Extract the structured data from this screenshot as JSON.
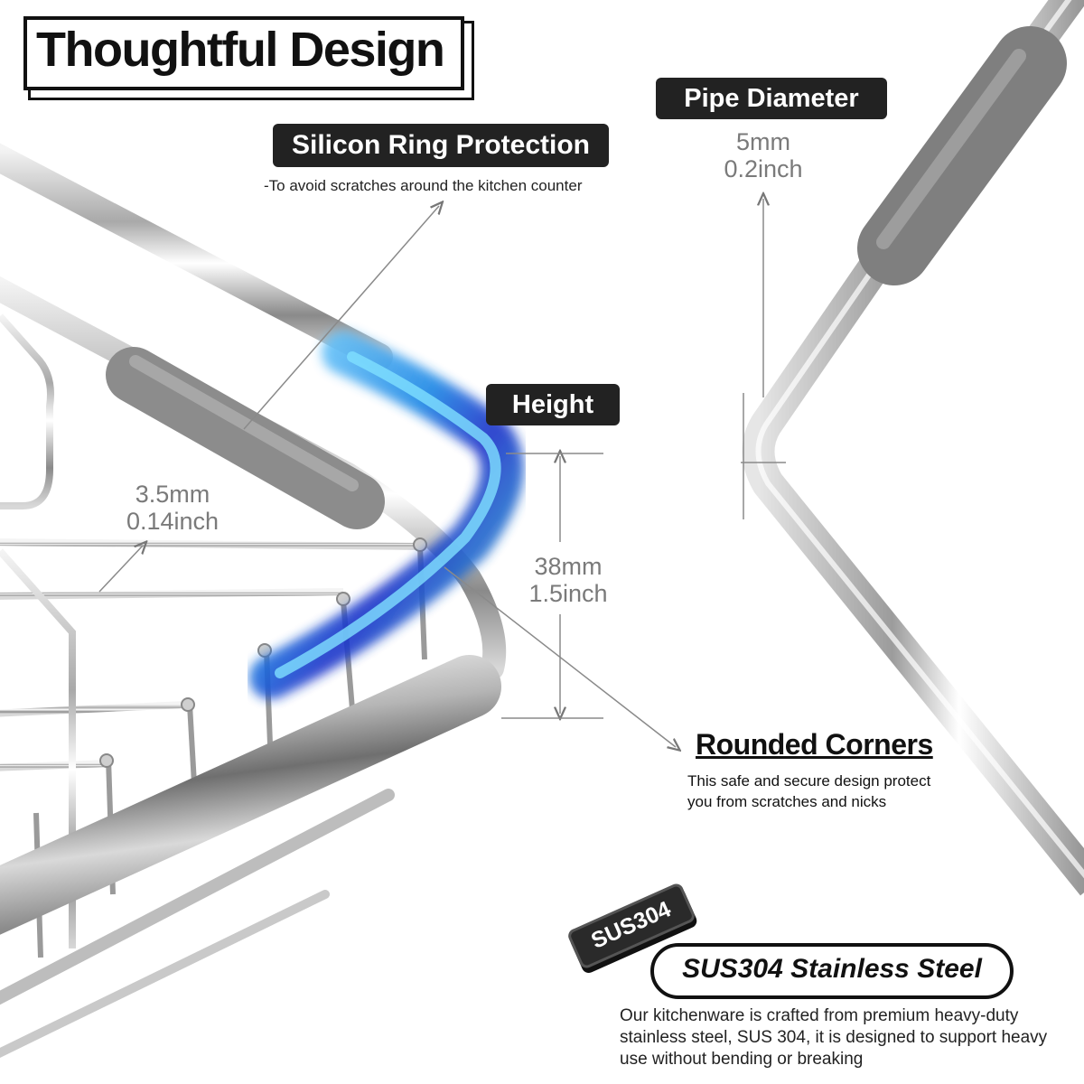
{
  "title": "Thoughtful Design",
  "silicon": {
    "label": "Silicon Ring Protection",
    "note": "-To avoid scratches around the kitchen counter"
  },
  "pipe": {
    "label": "Pipe Diameter",
    "mm": "5mm",
    "inch": "0.2inch"
  },
  "wire": {
    "mm": "3.5mm",
    "inch": "0.14inch"
  },
  "height": {
    "label": "Height",
    "mm": "38mm",
    "inch": "1.5inch"
  },
  "rounded": {
    "title": "Rounded Corners",
    "line1": "This safe and secure design protect",
    "line2": "you from scratches and nicks"
  },
  "steel": {
    "badge": "SUS304",
    "title": "SUS304  Stainless Steel",
    "description": "Our kitchenware is crafted from premium heavy-duty stainless steel, SUS 304, it is designed to support heavy use without bending or breaking"
  },
  "colors": {
    "accent_dark": "#222222",
    "dimension_gray": "#7a7a7a",
    "silicone_gray": "#8c8c8c",
    "highlight_blue": "#2aa6e0"
  }
}
